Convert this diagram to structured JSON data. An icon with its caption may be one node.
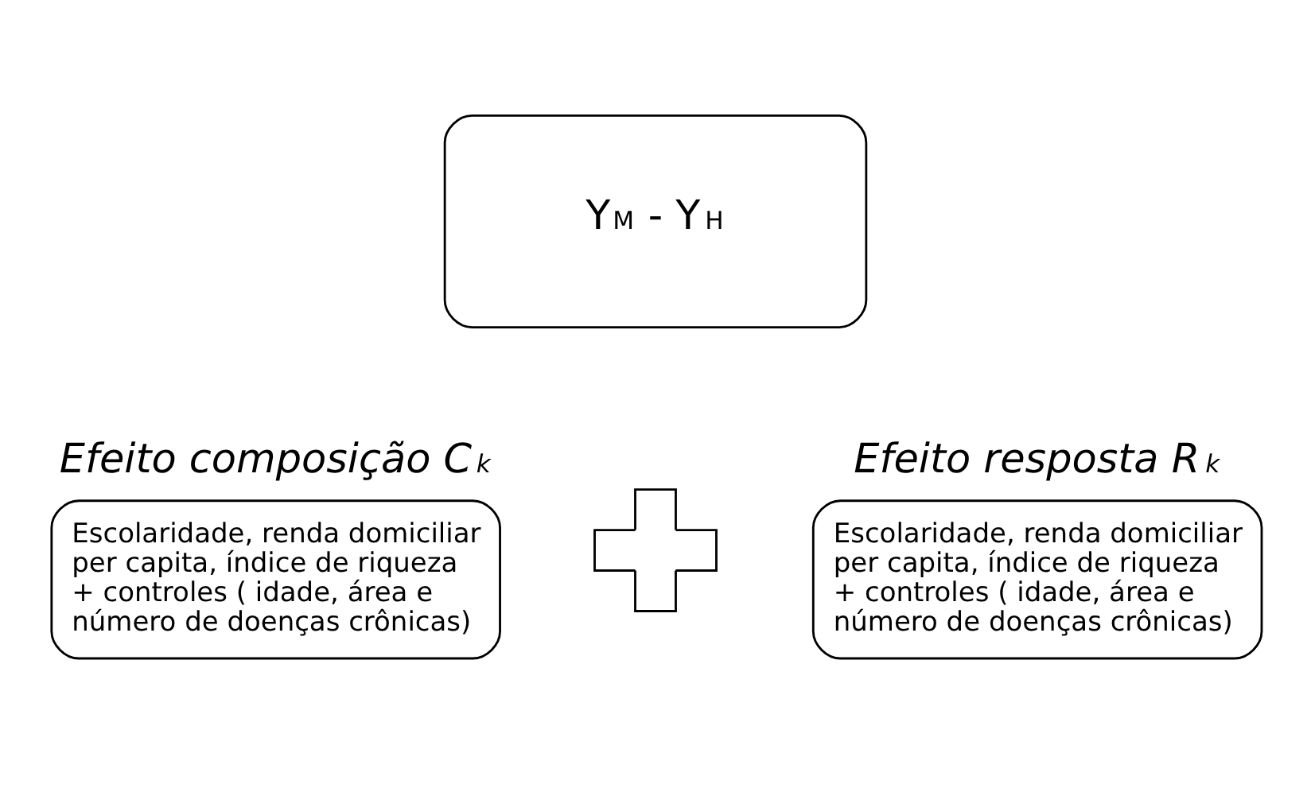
{
  "diagram": {
    "nodes": [
      {
        "text": [
          "Y$_{M}$ - Y$_{H}$"
        ]
      },
      {
        "text": [
          "Efeito composição C$_{k}$",
          "Escolaridade, renda domiciliar per capita, índice de riqueza + controles ( idade, área e número de doenças crônicas)"
        ]
      },
      {
        "text": [],
        "shape": "plus"
      },
      {
        "text": [
          "Efeito resposta R$_{k}$",
          "Escolaridade, renda domiciliar per capita, índice de riqueza + controles ( idade, área e número de doenças crônicas)"
        ]
      }
    ],
    "edges": []
  }
}
